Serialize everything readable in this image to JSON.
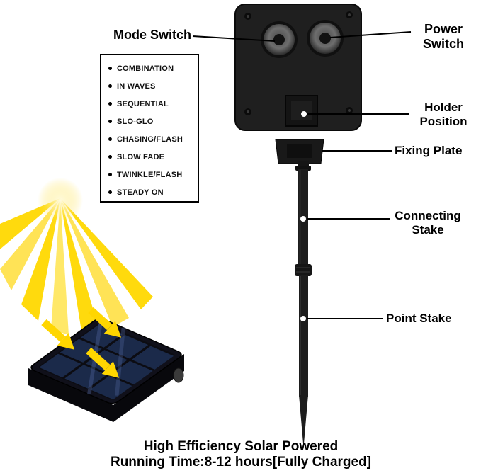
{
  "labels": {
    "mode_switch": "Mode Switch",
    "power_switch": "Power Switch",
    "holder_position": "Holder Position",
    "fixing_plate": "Fixing Plate",
    "connecting_stake": "Connecting Stake",
    "point_stake": "Point Stake"
  },
  "modes": {
    "items": [
      "COMBINATION",
      "IN WAVES",
      "SEQUENTIAL",
      "SLO-GLO",
      "CHASING/FLASH",
      "SLOW FADE",
      "TWINKLE/FLASH",
      "STEADY ON"
    ]
  },
  "footer": {
    "line1": "High Efficiency Solar Powered",
    "line2": "Running Time:8-12 hours[Fully Charged]"
  },
  "colors": {
    "device_black": "#1d1d1d",
    "ray_yellow": "#ffd800",
    "arrow_yellow": "#ffd600",
    "panel_cell_blue": "#1b2a4a",
    "text_black": "#000000"
  }
}
